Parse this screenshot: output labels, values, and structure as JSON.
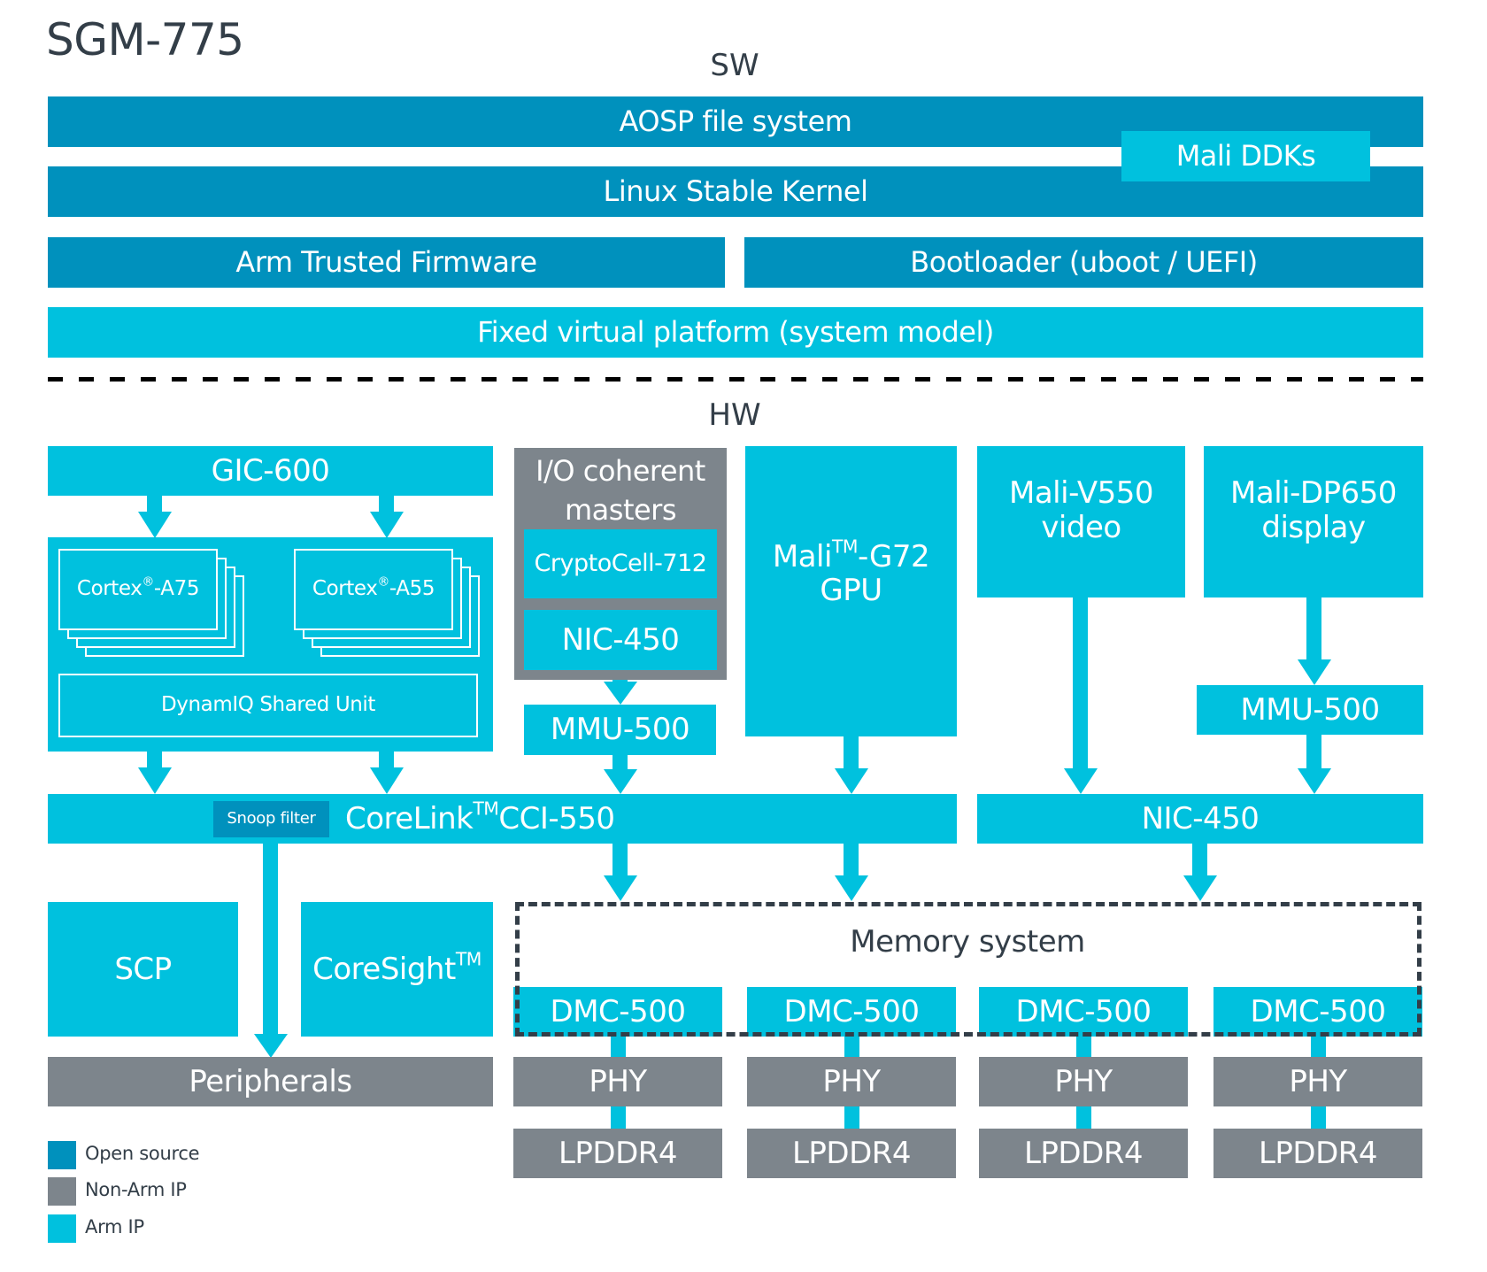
{
  "title": "SGM-775",
  "sections": {
    "sw": "SW",
    "hw": "HW"
  },
  "colors": {
    "open_source": "#0091bd",
    "non_arm_ip": "#7d858c",
    "arm_ip": "#00c1de",
    "text_dark": "#333e48"
  },
  "sw": {
    "aosp": "AOSP file system",
    "mali_ddks": "Mali DDKs",
    "linux": "Linux Stable Kernel",
    "atf": "Arm Trusted Firmware",
    "bootloader": "Bootloader (uboot / UEFI)",
    "fvp": "Fixed virtual platform (system model)"
  },
  "hw": {
    "gic": "GIC-600",
    "cluster": {
      "a75_name": "Cortex",
      "a75_sup": "®",
      "a75_suffix": "-A75",
      "a55_name": "Cortex",
      "a55_sup": "®",
      "a55_suffix": "-A55",
      "dsu": "DynamIQ Shared Unit"
    },
    "io_masters": {
      "title_line1": "I/O coherent",
      "title_line2": "masters",
      "cryptocell": "CryptoCell-712",
      "nic": "NIC-450"
    },
    "mmu_left": "MMU-500",
    "gpu": {
      "name": "Mali",
      "sup": "TM",
      "suffix": "-G72",
      "line2": "GPU"
    },
    "video": {
      "line1": "Mali-V550",
      "line2": "video"
    },
    "display": {
      "line1": "Mali-DP650",
      "line2": "display"
    },
    "mmu_right": "MMU-500",
    "cci": {
      "snoop_filter": "Snoop filter",
      "name": "CoreLink",
      "sup": "TM",
      "suffix": "CCI-550"
    },
    "nic_right": "NIC-450",
    "scp": "SCP",
    "coresight": {
      "name": "CoreSight",
      "sup": "TM"
    },
    "peripherals": "Peripherals",
    "memory_system": {
      "label": "Memory system",
      "channels": [
        {
          "dmc": "DMC-500",
          "phy": "PHY",
          "dram": "LPDDR4"
        },
        {
          "dmc": "DMC-500",
          "phy": "PHY",
          "dram": "LPDDR4"
        },
        {
          "dmc": "DMC-500",
          "phy": "PHY",
          "dram": "LPDDR4"
        },
        {
          "dmc": "DMC-500",
          "phy": "PHY",
          "dram": "LPDDR4"
        }
      ]
    }
  },
  "legend": [
    {
      "label": "Open source",
      "color": "#0091bd"
    },
    {
      "label": "Non-Arm IP",
      "color": "#7d858c"
    },
    {
      "label": "Arm IP",
      "color": "#00c1de"
    }
  ]
}
